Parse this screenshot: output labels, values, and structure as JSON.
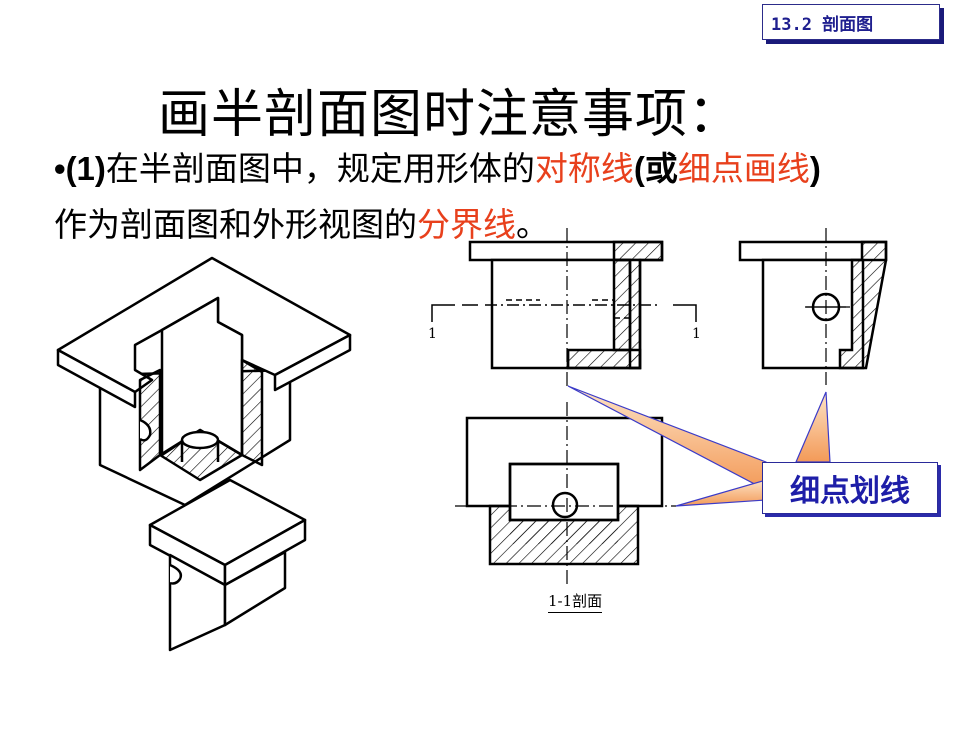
{
  "section_tag": "13.2 剖面图",
  "title": "画半剖面图时注意事项：",
  "body": {
    "bullet": "•",
    "number": "(1)",
    "seg1": "在半剖面图中，规定用形体的",
    "hl1": "对称线",
    "seg2": "(或",
    "hl2": "细点画线",
    "seg3": ")",
    "seg4": "作为剖面图和外形视图的",
    "hl3": "分界线",
    "seg5": "。"
  },
  "callout_label": "细点划线",
  "section_label": "1-1剖面",
  "cut_marks": {
    "left": "1",
    "right": "1"
  },
  "colors": {
    "highlight": "#e8401c",
    "callout_text": "#1e1ea8",
    "callout_fill": "#f5b27a"
  }
}
